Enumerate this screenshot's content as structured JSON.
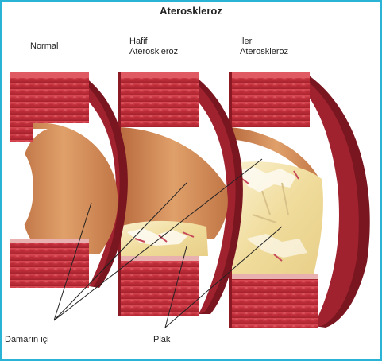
{
  "title": "Ateroskleroz",
  "stages": [
    {
      "label": "Normal"
    },
    {
      "label_line1": "Hafif",
      "label_line2": "Ateroskleroz"
    },
    {
      "label_line1": "İleri",
      "label_line2": "Ateroskleroz"
    }
  ],
  "callouts": {
    "lumen": "Damarın içi",
    "plaque": "Plak"
  },
  "colors": {
    "border": "#2bb3d6",
    "wall_outer": "#c2303c",
    "wall_dark": "#8c1a24",
    "inner_lining": "#d08a55",
    "plaque": "#f2e6b5"
  }
}
